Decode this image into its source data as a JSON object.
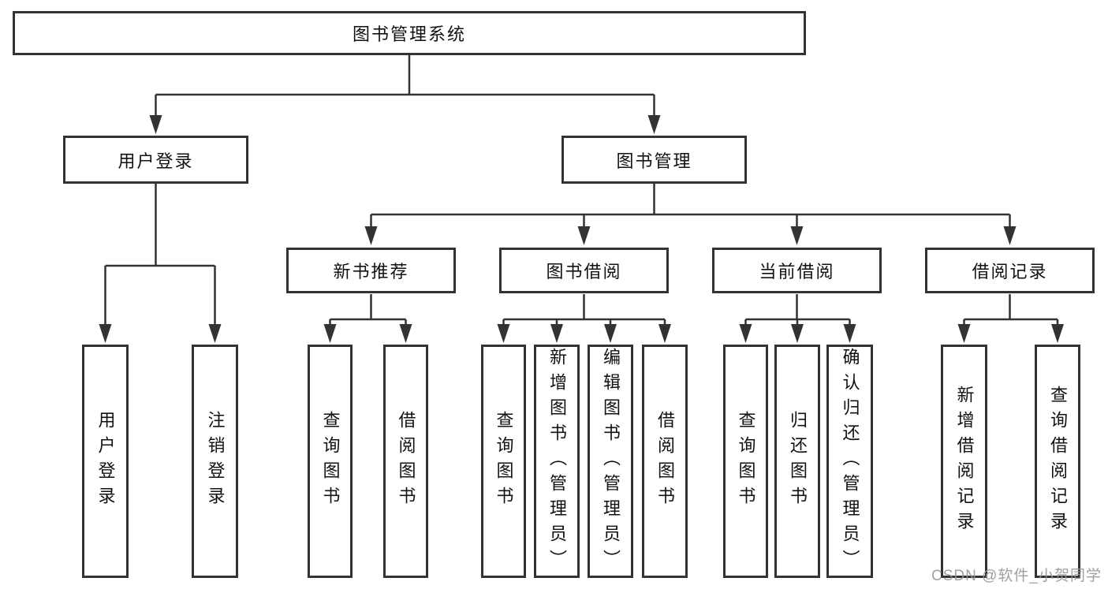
{
  "diagram": {
    "type": "function-structure-tree",
    "tree": {
      "label": "图书管理系统",
      "children": [
        {
          "label": "用户登录",
          "children": [
            {
              "label": "用户登录"
            },
            {
              "label": "注销登录"
            }
          ]
        },
        {
          "label": "图书管理",
          "children": [
            {
              "label": "新书推荐",
              "children": [
                {
                  "label": "查询图书"
                },
                {
                  "label": "借阅图书"
                }
              ]
            },
            {
              "label": "图书借阅",
              "children": [
                {
                  "label": "查询图书"
                },
                {
                  "label": "新增图书（管理员）"
                },
                {
                  "label": "编辑图书（管理员）"
                },
                {
                  "label": "借阅图书"
                }
              ]
            },
            {
              "label": "当前借阅",
              "children": [
                {
                  "label": "查询图书"
                },
                {
                  "label": "归还图书"
                },
                {
                  "label": "确认归还（管理员）"
                }
              ]
            },
            {
              "label": "借阅记录",
              "children": [
                {
                  "label": "新增借阅记录"
                },
                {
                  "label": "查询借阅记录"
                }
              ]
            }
          ]
        }
      ]
    },
    "colors": {
      "line": "#333333",
      "box_border": "#333333",
      "text": "#111111",
      "watermark": "#969696",
      "background": "#ffffff"
    }
  },
  "watermark": {
    "text": "CSDN @软件_小贺同学"
  }
}
